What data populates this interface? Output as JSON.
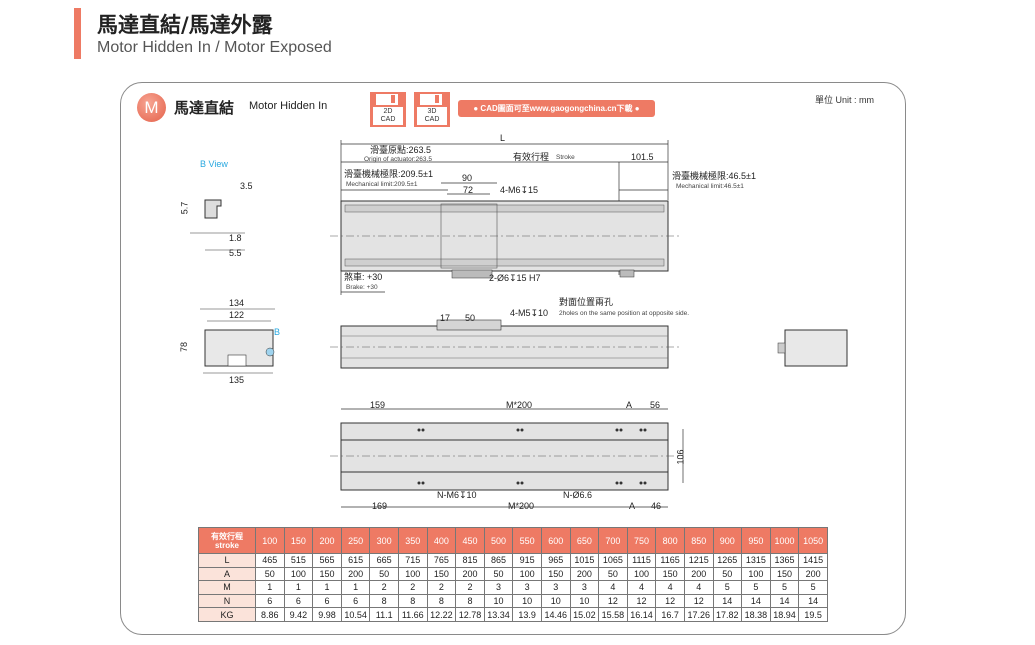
{
  "header": {
    "title": "馬達直結/馬達外露",
    "subtitle": "Motor Hidden In / Motor Exposed"
  },
  "section": {
    "badge": "M",
    "title_zh": "馬達直結",
    "title_en": "Motor Hidden In",
    "cad2d": [
      "2D",
      "CAD"
    ],
    "cad3d": [
      "3D",
      "CAD"
    ],
    "cad_banner": "● CAD圖面可至www.gaogongchina.cn下載 ●",
    "unit": "單位 Unit : mm"
  },
  "drawing": {
    "L": "L",
    "origin_zh": "滑臺原點:263.5",
    "origin_en": "Origin of actuator:263.5",
    "stroke_zh": "有效行程",
    "stroke_en": "Stroke",
    "d101": "101.5",
    "mech_left_zh": "滑臺機械極限:209.5±1",
    "mech_left_en": "Mechanical limit:209.5±1",
    "d90": "90",
    "d72": "72",
    "m6": "4-M6↧15",
    "mech_right_zh": "滑臺機械極限:46.5±1",
    "mech_right_en": "Mechanical limit:46.5±1",
    "brake_zh": "煞車: +30",
    "brake_en": "Brake: +30",
    "pin": "2-Ø6↧15 H7",
    "bview": "B  View",
    "d35": "3.5",
    "d57": "5.7",
    "d18": "1.8",
    "d55": "5.5",
    "d134": "134",
    "d122": "122",
    "d78": "78",
    "d135": "135",
    "b": "B",
    "d17": "17",
    "d50": "50",
    "m5": "4-M5↧10",
    "opp_zh": "對面位置兩孔",
    "opp_en": "2holes on the same position at opposite side.",
    "d159": "159",
    "m200a": "M*200",
    "A1": "A",
    "d56": "56",
    "d106": "106",
    "nm6": "N-M6↧10",
    "n66": "N-Ø6.6",
    "d169": "169",
    "m200b": "M*200",
    "A2": "A",
    "d46": "46"
  },
  "table": {
    "header": [
      "有效行程",
      "stroke"
    ],
    "strokes": [
      "100",
      "150",
      "200",
      "250",
      "300",
      "350",
      "400",
      "450",
      "500",
      "550",
      "600",
      "650",
      "700",
      "750",
      "800",
      "850",
      "900",
      "950",
      "1000",
      "1050"
    ],
    "rows": [
      {
        "label": "L",
        "values": [
          "465",
          "515",
          "565",
          "615",
          "665",
          "715",
          "765",
          "815",
          "865",
          "915",
          "965",
          "1015",
          "1065",
          "1115",
          "1165",
          "1215",
          "1265",
          "1315",
          "1365",
          "1415"
        ]
      },
      {
        "label": "A",
        "values": [
          "50",
          "100",
          "150",
          "200",
          "50",
          "100",
          "150",
          "200",
          "50",
          "100",
          "150",
          "200",
          "50",
          "100",
          "150",
          "200",
          "50",
          "100",
          "150",
          "200"
        ]
      },
      {
        "label": "M",
        "values": [
          "1",
          "1",
          "1",
          "1",
          "2",
          "2",
          "2",
          "2",
          "3",
          "3",
          "3",
          "3",
          "4",
          "4",
          "4",
          "4",
          "5",
          "5",
          "5",
          "5"
        ]
      },
      {
        "label": "N",
        "values": [
          "6",
          "6",
          "6",
          "6",
          "8",
          "8",
          "8",
          "8",
          "10",
          "10",
          "10",
          "10",
          "12",
          "12",
          "12",
          "12",
          "14",
          "14",
          "14",
          "14"
        ]
      },
      {
        "label": "KG",
        "values": [
          "8.86",
          "9.42",
          "9.98",
          "10.54",
          "11.1",
          "11.66",
          "12.22",
          "12.78",
          "13.34",
          "13.9",
          "14.46",
          "15.02",
          "15.58",
          "16.14",
          "16.7",
          "17.26",
          "17.82",
          "18.38",
          "18.94",
          "19.5"
        ]
      }
    ]
  }
}
